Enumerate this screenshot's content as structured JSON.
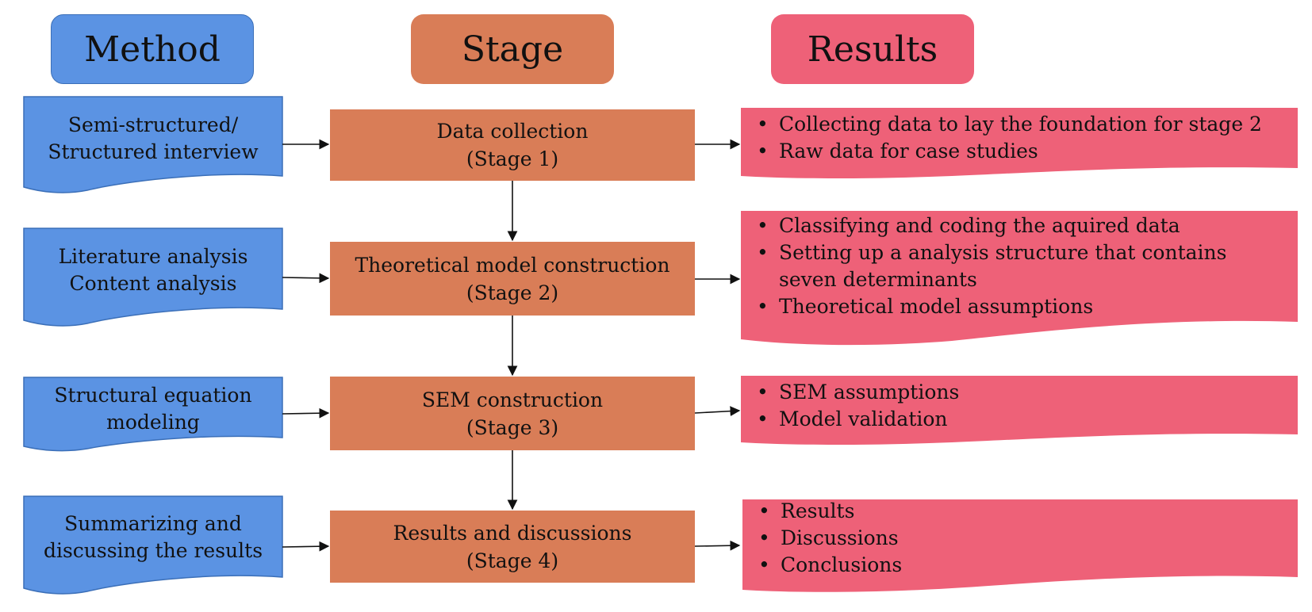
{
  "headers": {
    "method": "Method",
    "stage": "Stage",
    "results": "Results"
  },
  "colors": {
    "method_fill": "#5B93E3",
    "stage_fill": "#D97D57",
    "results_fill": "#EE6178"
  },
  "rows": [
    {
      "method": [
        "Semi-structured/",
        "Structured interview"
      ],
      "stage": [
        "Data collection",
        "(Stage 1)"
      ],
      "results": [
        "Collecting data to lay the foundation for stage 2",
        "Raw data for case studies"
      ]
    },
    {
      "method": [
        "Literature analysis",
        "Content analysis"
      ],
      "stage": [
        "Theoretical model construction",
        "(Stage 2)"
      ],
      "results": [
        "Classifying and coding the aquired data",
        "Setting up a analysis structure that contains seven determinants",
        "Theoretical model assumptions"
      ]
    },
    {
      "method": [
        "Structural equation",
        "modeling"
      ],
      "stage": [
        "SEM construction",
        "(Stage 3)"
      ],
      "results": [
        "SEM assumptions",
        "Model validation"
      ]
    },
    {
      "method": [
        "Summarizing and",
        "discussing the results"
      ],
      "stage": [
        "Results and discussions",
        "(Stage 4)"
      ],
      "results": [
        "Results",
        "Discussions",
        "Conclusions"
      ]
    }
  ],
  "bullet_glyph": "•"
}
